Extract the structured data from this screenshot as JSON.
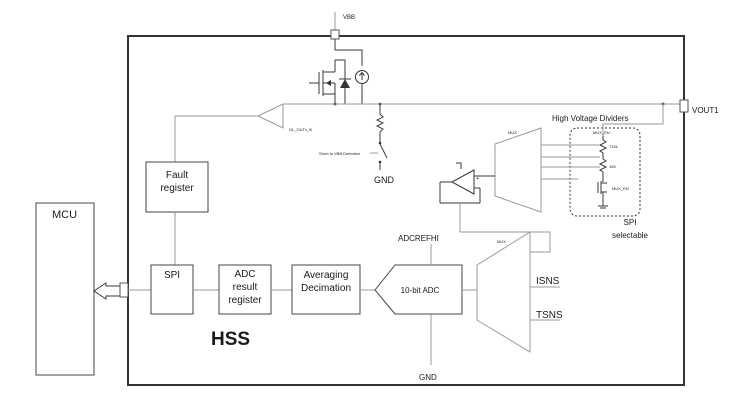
{
  "labels": {
    "vbb": "VBB",
    "vout1": "VOUT1",
    "ol_sig": "OL_OUTx_B",
    "short_vbb": "Short to VBB Detection",
    "gnd_top": "GND",
    "hv_dividers": "High Voltage Dividers",
    "mux_en_top": "MUX_EN",
    "r1_label": "732k",
    "r2_label": "16K",
    "mux_en_bottom": "MUX_EN",
    "spi_selectable_1": "SPI",
    "spi_selectable_2": "selectable",
    "mux_top": "MUX",
    "mux_bottom": "MUX",
    "fault_1": "Fault",
    "fault_2": "register",
    "mcu": "MCU",
    "spi": "SPI",
    "adc_res_1": "ADC",
    "adc_res_2": "result",
    "adc_res_3": "register",
    "avg_1": "Averaging",
    "avg_2": "Decimation",
    "adc": "10-bit ADC",
    "adcrefhi": "ADCREFHI",
    "gnd_bottom": "GND",
    "isns": "ISNS",
    "tsns": "TSNS",
    "hss": "HSS"
  }
}
